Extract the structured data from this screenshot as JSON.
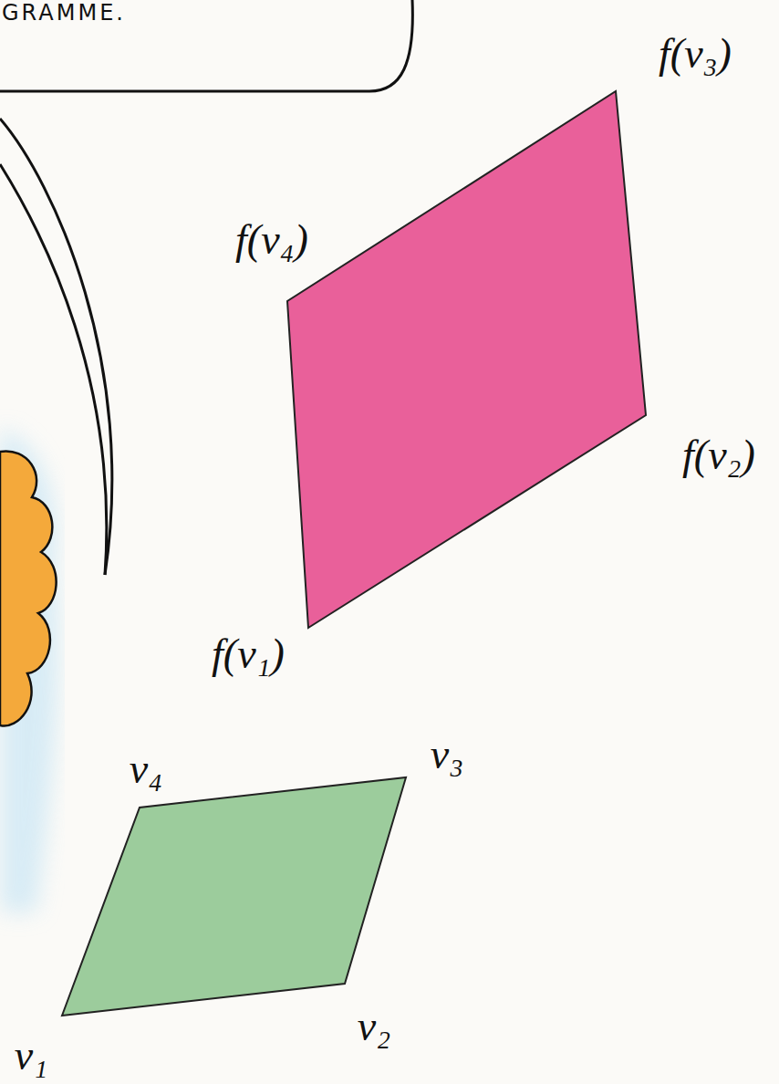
{
  "diagram": {
    "nodes": [
      {
        "text": [
          "GRAMME."
        ]
      }
    ],
    "labels": [
      "f(v₃)",
      "f(v₄)",
      "f(v₂)",
      "f(v₁)",
      "v₄",
      "v₃",
      "v₁",
      "v₂"
    ]
  }
}
